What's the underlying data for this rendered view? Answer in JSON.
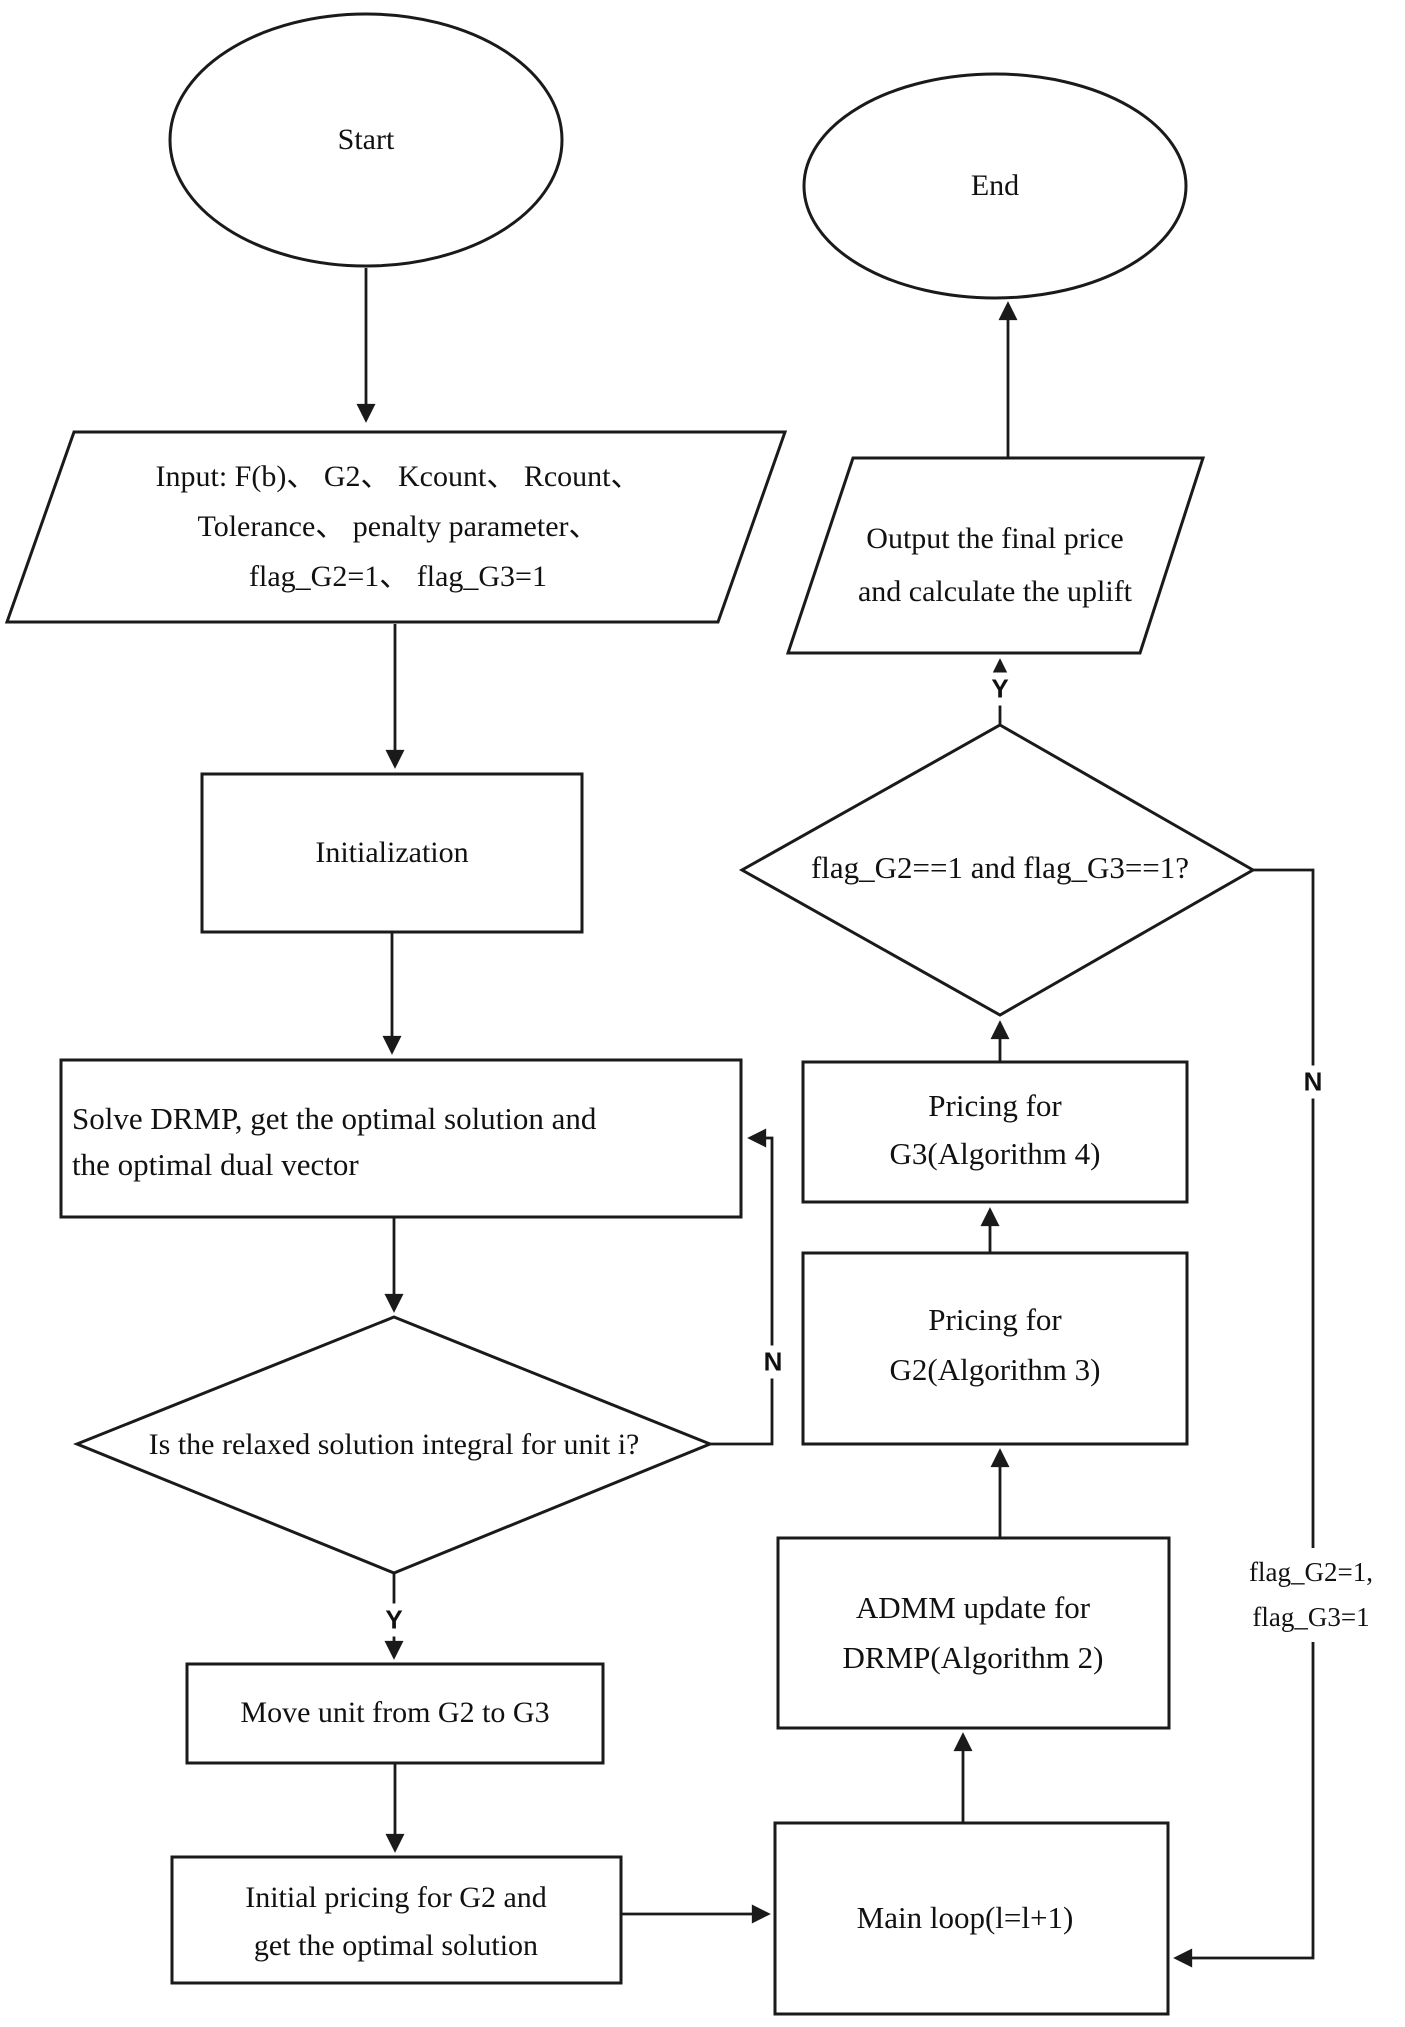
{
  "diagram": {
    "type": "flowchart",
    "background_color": "#ffffff",
    "stroke_color": "#1a1a1a"
  },
  "nodes": {
    "start": {
      "shape": "ellipse",
      "label": "Start"
    },
    "input": {
      "shape": "parallelogram",
      "lines": [
        "Input: F(b)、 G2、 Kcount、 Rcount、",
        "Tolerance、 penalty parameter、",
        "flag_G2=1、 flag_G3=1"
      ]
    },
    "initialization": {
      "shape": "rect",
      "label": "Initialization"
    },
    "solve_drmp": {
      "shape": "rect",
      "lines": [
        "Solve DRMP, get the optimal solution and",
        "the optimal dual vector"
      ]
    },
    "integral_decision": {
      "shape": "diamond",
      "label": "Is the relaxed solution integral for unit i?"
    },
    "move_unit": {
      "shape": "rect",
      "label": "Move unit from G2 to G3"
    },
    "initial_pricing": {
      "shape": "rect",
      "lines": [
        "Initial pricing for G2 and",
        "get the optimal solution"
      ]
    },
    "main_loop": {
      "shape": "rect",
      "label": "Main loop(l=l+1)"
    },
    "admm_update": {
      "shape": "rect",
      "lines": [
        "ADMM update for",
        "DRMP(Algorithm 2)"
      ]
    },
    "pricing_g2": {
      "shape": "rect",
      "lines": [
        "Pricing for",
        "G2(Algorithm 3)"
      ]
    },
    "pricing_g3": {
      "shape": "rect",
      "lines": [
        "Pricing for",
        "G3(Algorithm 4)"
      ]
    },
    "flag_decision": {
      "shape": "diamond",
      "label": "flag_G2==1 and flag_G3==1?"
    },
    "output": {
      "shape": "parallelogram",
      "lines": [
        "Output the final price",
        "and calculate the uplift"
      ]
    },
    "end": {
      "shape": "ellipse",
      "label": "End"
    }
  },
  "edge_labels": {
    "integral_yes": "Y",
    "integral_no": "N",
    "flag_yes": "Y",
    "flag_no": "N",
    "no_branch_condition_lines": [
      "flag_G2=1,",
      "flag_G3=1"
    ]
  }
}
